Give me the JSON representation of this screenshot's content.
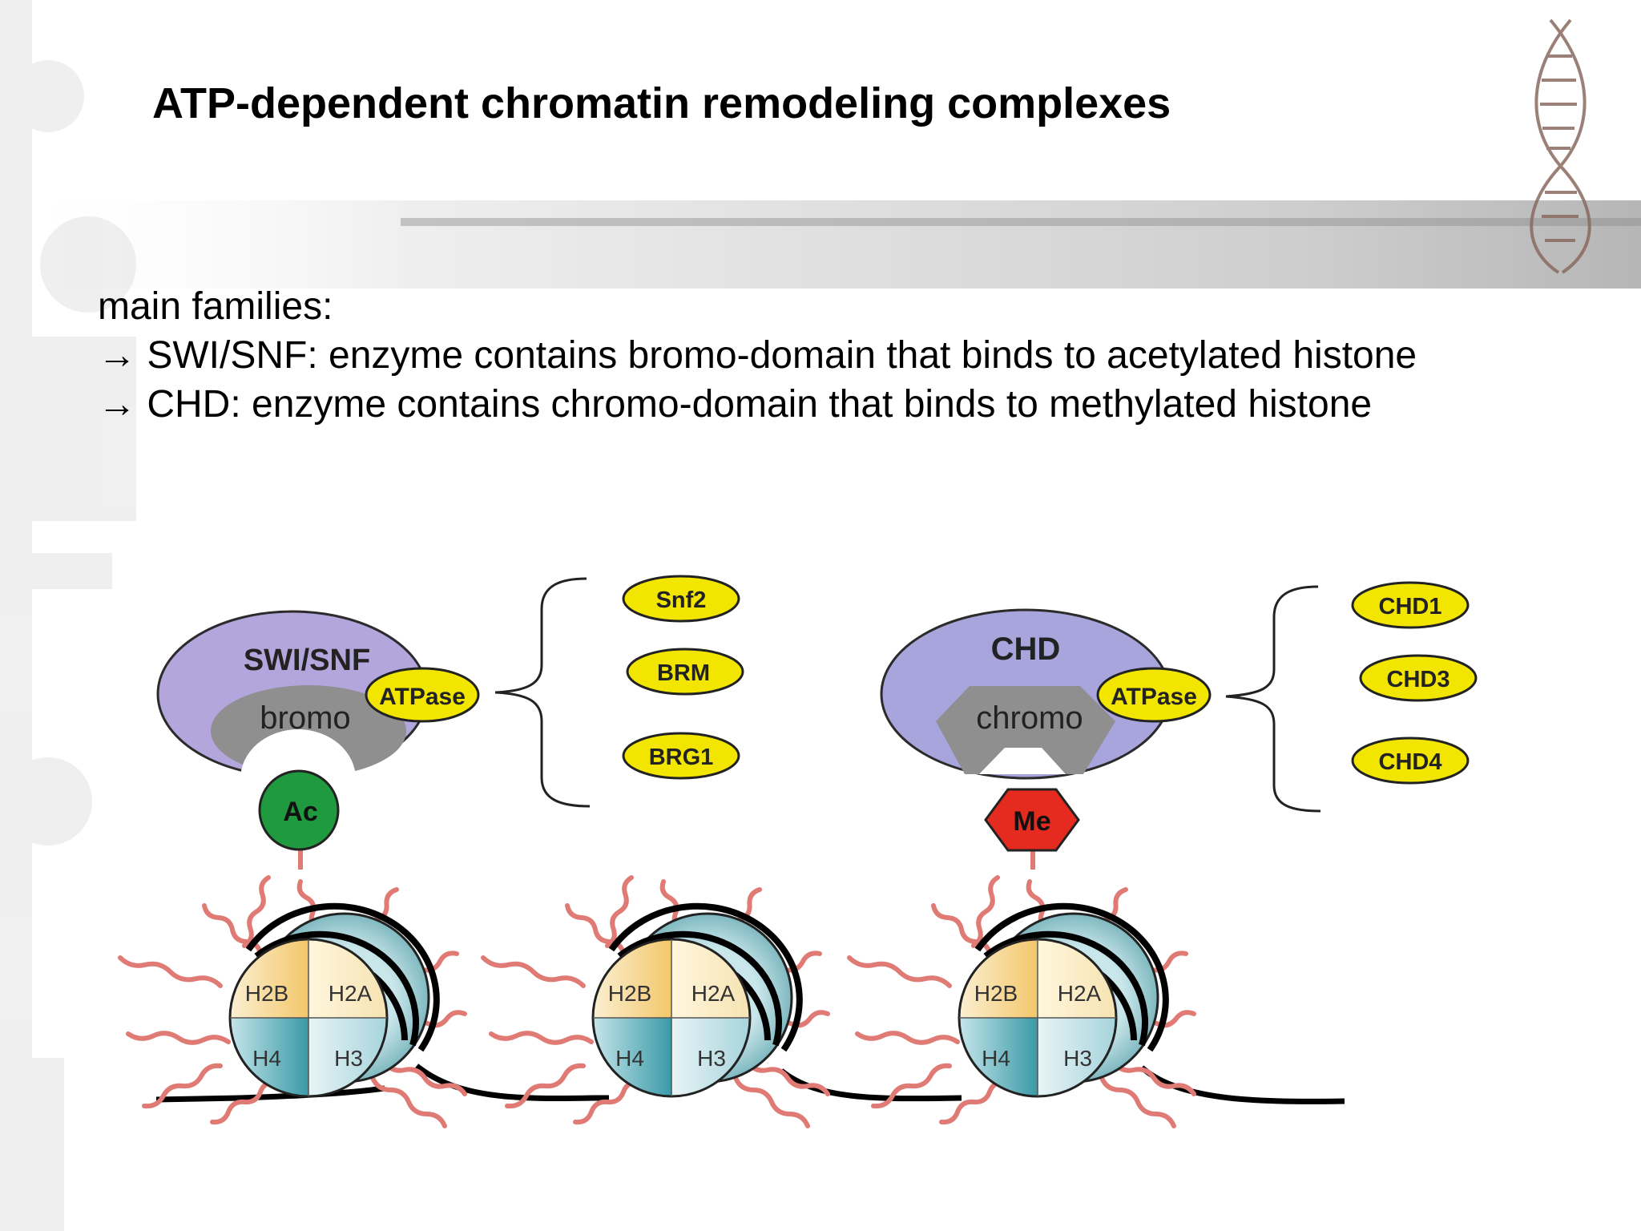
{
  "slide": {
    "title": "ATP-dependent chromatin remodeling complexes",
    "lines": [
      "main families:",
      "→ SWI/SNF: enzyme contains bromo-domain that binds to acetylated histone",
      "→ CHD: enzyme contains chromo-domain that binds to methylated histone"
    ]
  },
  "diagram": {
    "swisnf": {
      "name": "SWI/SNF",
      "domain": "bromo",
      "atpase": "ATPase",
      "members": [
        "Snf2",
        "BRM",
        "BRG1"
      ],
      "mark": "Ac"
    },
    "chd": {
      "name": "CHD",
      "domain": "chromo",
      "atpase": "ATPase",
      "members": [
        "CHD1",
        "CHD3",
        "CHD4"
      ],
      "mark": "Me"
    },
    "histones": [
      "H2B",
      "H2A",
      "H4",
      "H3"
    ]
  },
  "colors": {
    "complex_fill": "#b3a6dc",
    "domain_fill": "#8f8f8f",
    "member_fill": "#f2e600",
    "ac_fill": "#1f9a3e",
    "me_fill": "#e52a20",
    "tail": "#e07a74",
    "h2_fill": "#f6e4b3",
    "h34_fill": "#a9d6dc"
  }
}
